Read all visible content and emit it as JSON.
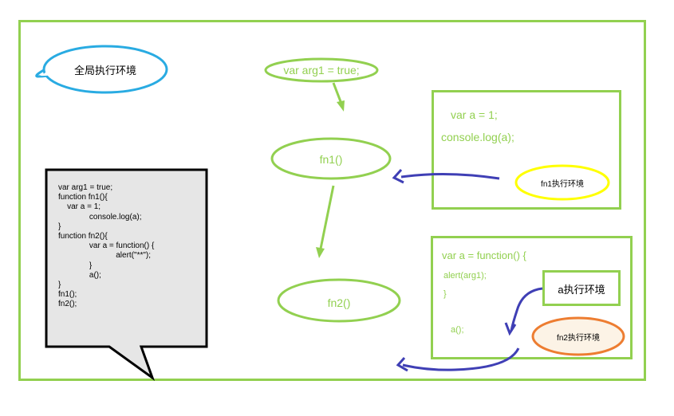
{
  "global_label": "全局执行环境",
  "top_var": "var arg1 = true;",
  "fn1_call": "fn1()",
  "fn2_call": "fn2()",
  "fn1_box": {
    "line1": "var a = 1;",
    "line2": "console.log(a);",
    "env_label": "fn1执行环境"
  },
  "fn2_box": {
    "line1": "var a = function() {",
    "line2": "alert(arg1);",
    "line3": "}",
    "line4": "a();",
    "env_label": "fn2执行环境",
    "a_env_label": "a执行环境"
  },
  "source_code": "var arg1 = true;\nfunction fn1(){\n    var a = 1;\n              console.log(a);\n}\nfunction fn2(){\n              var a = function() {\n                          alert(\"**\");\n              }\n              a();\n}\nfn1();\nfn2();",
  "colors": {
    "green": "#92d050",
    "blue_bubble": "#29abe2",
    "yellow": "#ffff00",
    "orange": "#ed7d31",
    "arrow_blue": "#3f3fb5",
    "callout_fill": "#e6e6e6"
  }
}
